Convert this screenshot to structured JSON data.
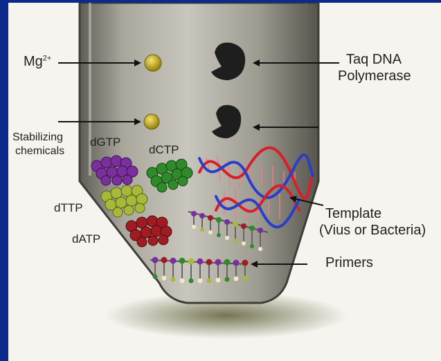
{
  "labels": {
    "mg_base": "Mg",
    "mg_sup": "2+",
    "taq_line1": "Taq DNA",
    "taq_line2": "Polymerase",
    "stabilizing_line1": "Stabilizing",
    "stabilizing_line2": "chemicals",
    "dgtp": "dGTP",
    "dctp": "dCTP",
    "dttp": "dTTP",
    "datp": "dATP",
    "template_line1": "Template",
    "template_line2": "(Vius or Bacteria)",
    "primers": "Primers"
  },
  "colors": {
    "frame": "#0b2a8c",
    "background": "#f5f4ef",
    "tube": "#8e8c80",
    "dgtp": "#7a2f9c",
    "dctp": "#2f8a2a",
    "dttp": "#a8b83a",
    "datp": "#a01c22",
    "mg": "#c9b42a",
    "polymerase": "#1e1e1e",
    "dna_strand_a": "#d8202a",
    "dna_strand_b": "#2a3ec9"
  }
}
